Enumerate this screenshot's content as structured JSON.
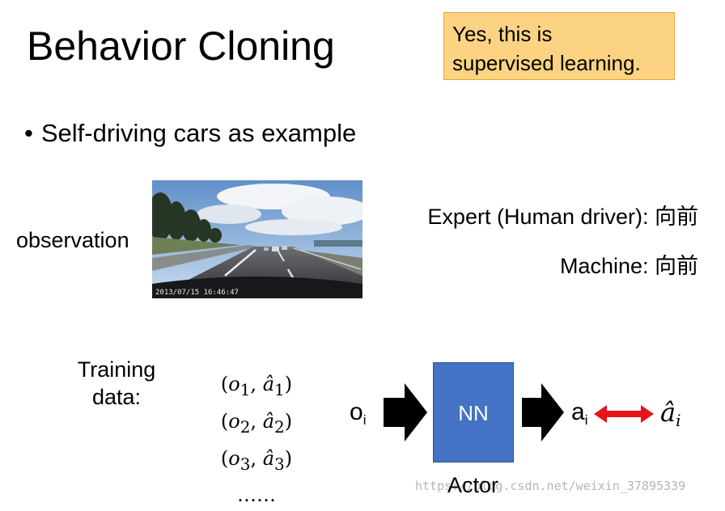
{
  "slide": {
    "title": "Behavior Cloning",
    "callout": [
      "Yes, this is",
      "supervised learning."
    ],
    "bullet": "Self-driving cars as example",
    "observation_label": "observation",
    "photo_timestamp": "2013/07/15  16:46:47",
    "expert_label": "Expert (Human driver): 向前",
    "machine_label": "Machine: 向前",
    "training_label": [
      "Training",
      "data:"
    ],
    "pairs": [
      {
        "o": "o",
        "a": "â",
        "idx": "1"
      },
      {
        "o": "o",
        "a": "â",
        "idx": "2"
      },
      {
        "o": "o",
        "a": "â",
        "idx": "3"
      }
    ],
    "ellipsis": "……",
    "input_var": "o",
    "input_sub": "i",
    "nn_label": "NN",
    "output_var": "a",
    "output_sub": "i",
    "target_var": "â",
    "target_sub": "i",
    "actor_label": "Actor",
    "watermark": "https://blog.csdn.net/weixin_37895339"
  },
  "colors": {
    "callout_bg": "#fcd382",
    "nn_box": "#4472c4",
    "double_arrow": "#e8141a"
  }
}
